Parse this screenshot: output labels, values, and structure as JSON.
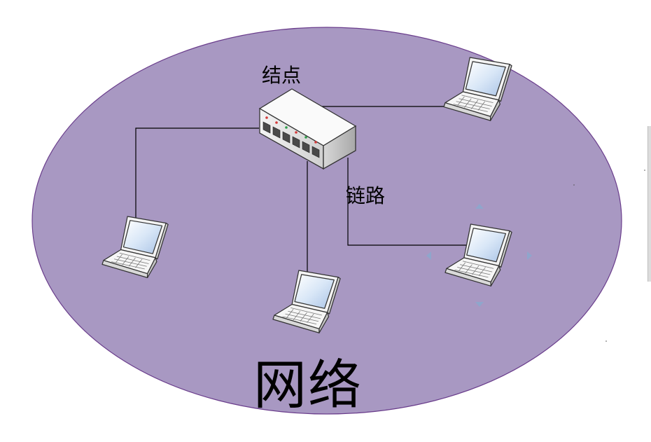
{
  "diagram": {
    "node_label": "结点",
    "link_label": "链路",
    "network_label": "网络",
    "colors": {
      "network_fill": "#a898c2",
      "network_stroke": "#6a3d8c",
      "link": "#000000",
      "handle": "#8fa6cc"
    },
    "icons": {
      "switch": "network-switch-icon",
      "laptop": "laptop-icon"
    }
  }
}
